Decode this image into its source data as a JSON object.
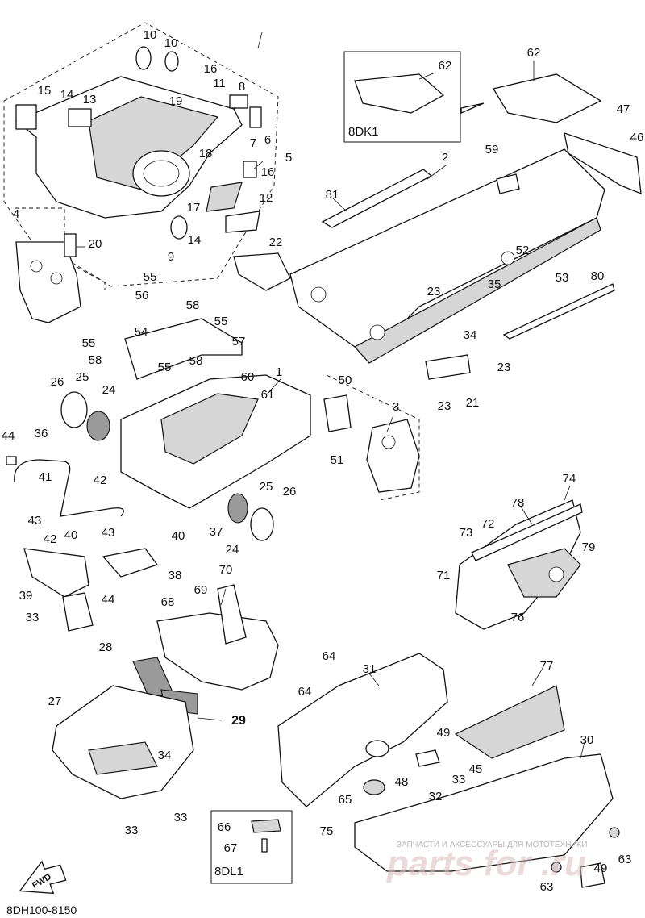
{
  "diagram": {
    "callouts": [
      "1",
      "2",
      "3",
      "4",
      "5",
      "6",
      "7",
      "8",
      "9",
      "10",
      "10",
      "11",
      "12",
      "13",
      "14",
      "14",
      "15",
      "16",
      "16",
      "17",
      "18",
      "19",
      "20",
      "21",
      "22",
      "23",
      "23",
      "23",
      "24",
      "24",
      "25",
      "25",
      "26",
      "26",
      "27",
      "28",
      "29",
      "30",
      "31",
      "32",
      "33",
      "33",
      "33",
      "33",
      "34",
      "34",
      "35",
      "36",
      "37",
      "38",
      "39",
      "40",
      "40",
      "41",
      "42",
      "42",
      "43",
      "43",
      "44",
      "44",
      "45",
      "46",
      "47",
      "48",
      "49",
      "49",
      "50",
      "51",
      "52",
      "53",
      "54",
      "55",
      "55",
      "55",
      "55",
      "56",
      "57",
      "58",
      "58",
      "58",
      "59",
      "60",
      "61",
      "62",
      "62",
      "63",
      "63",
      "64",
      "64",
      "65",
      "66",
      "67",
      "68",
      "69",
      "70",
      "71",
      "72",
      "73",
      "74",
      "75",
      "76",
      "77",
      "78",
      "79",
      "80",
      "81"
    ],
    "inset_boxes": [
      {
        "label": "8DK1",
        "callout": "62"
      },
      {
        "label": "8DL1",
        "callouts": [
          "66",
          "67"
        ]
      }
    ],
    "fwd_arrow": "FWD",
    "diagram_code": "8DH100-8150",
    "watermark": {
      "caption": "ЗАПЧАСТИ И АКСЕССУАРЫ ДЛЯ МОТОТЕХНИКИ",
      "brand": "parts for .ru"
    }
  }
}
